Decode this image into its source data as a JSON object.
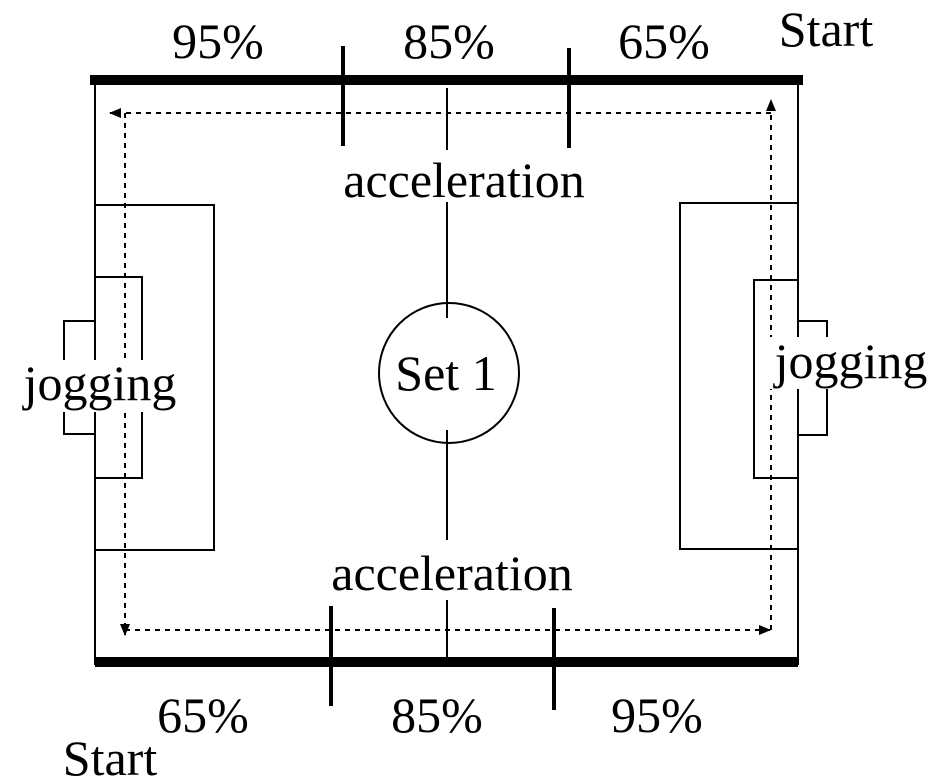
{
  "top_labels": {
    "left": "95%",
    "middle": "85%",
    "right": "65%",
    "start": "Start"
  },
  "bottom_labels": {
    "left": "65%",
    "middle": "85%",
    "right": "95%",
    "start": "Start"
  },
  "center": {
    "top_text": "acceleration",
    "bottom_text": "acceleration",
    "circle_text": "Set 1"
  },
  "sides": {
    "left_text": "jogging",
    "right_text": "jogging"
  },
  "colors": {
    "line": "#000000",
    "background": "#ffffff"
  }
}
